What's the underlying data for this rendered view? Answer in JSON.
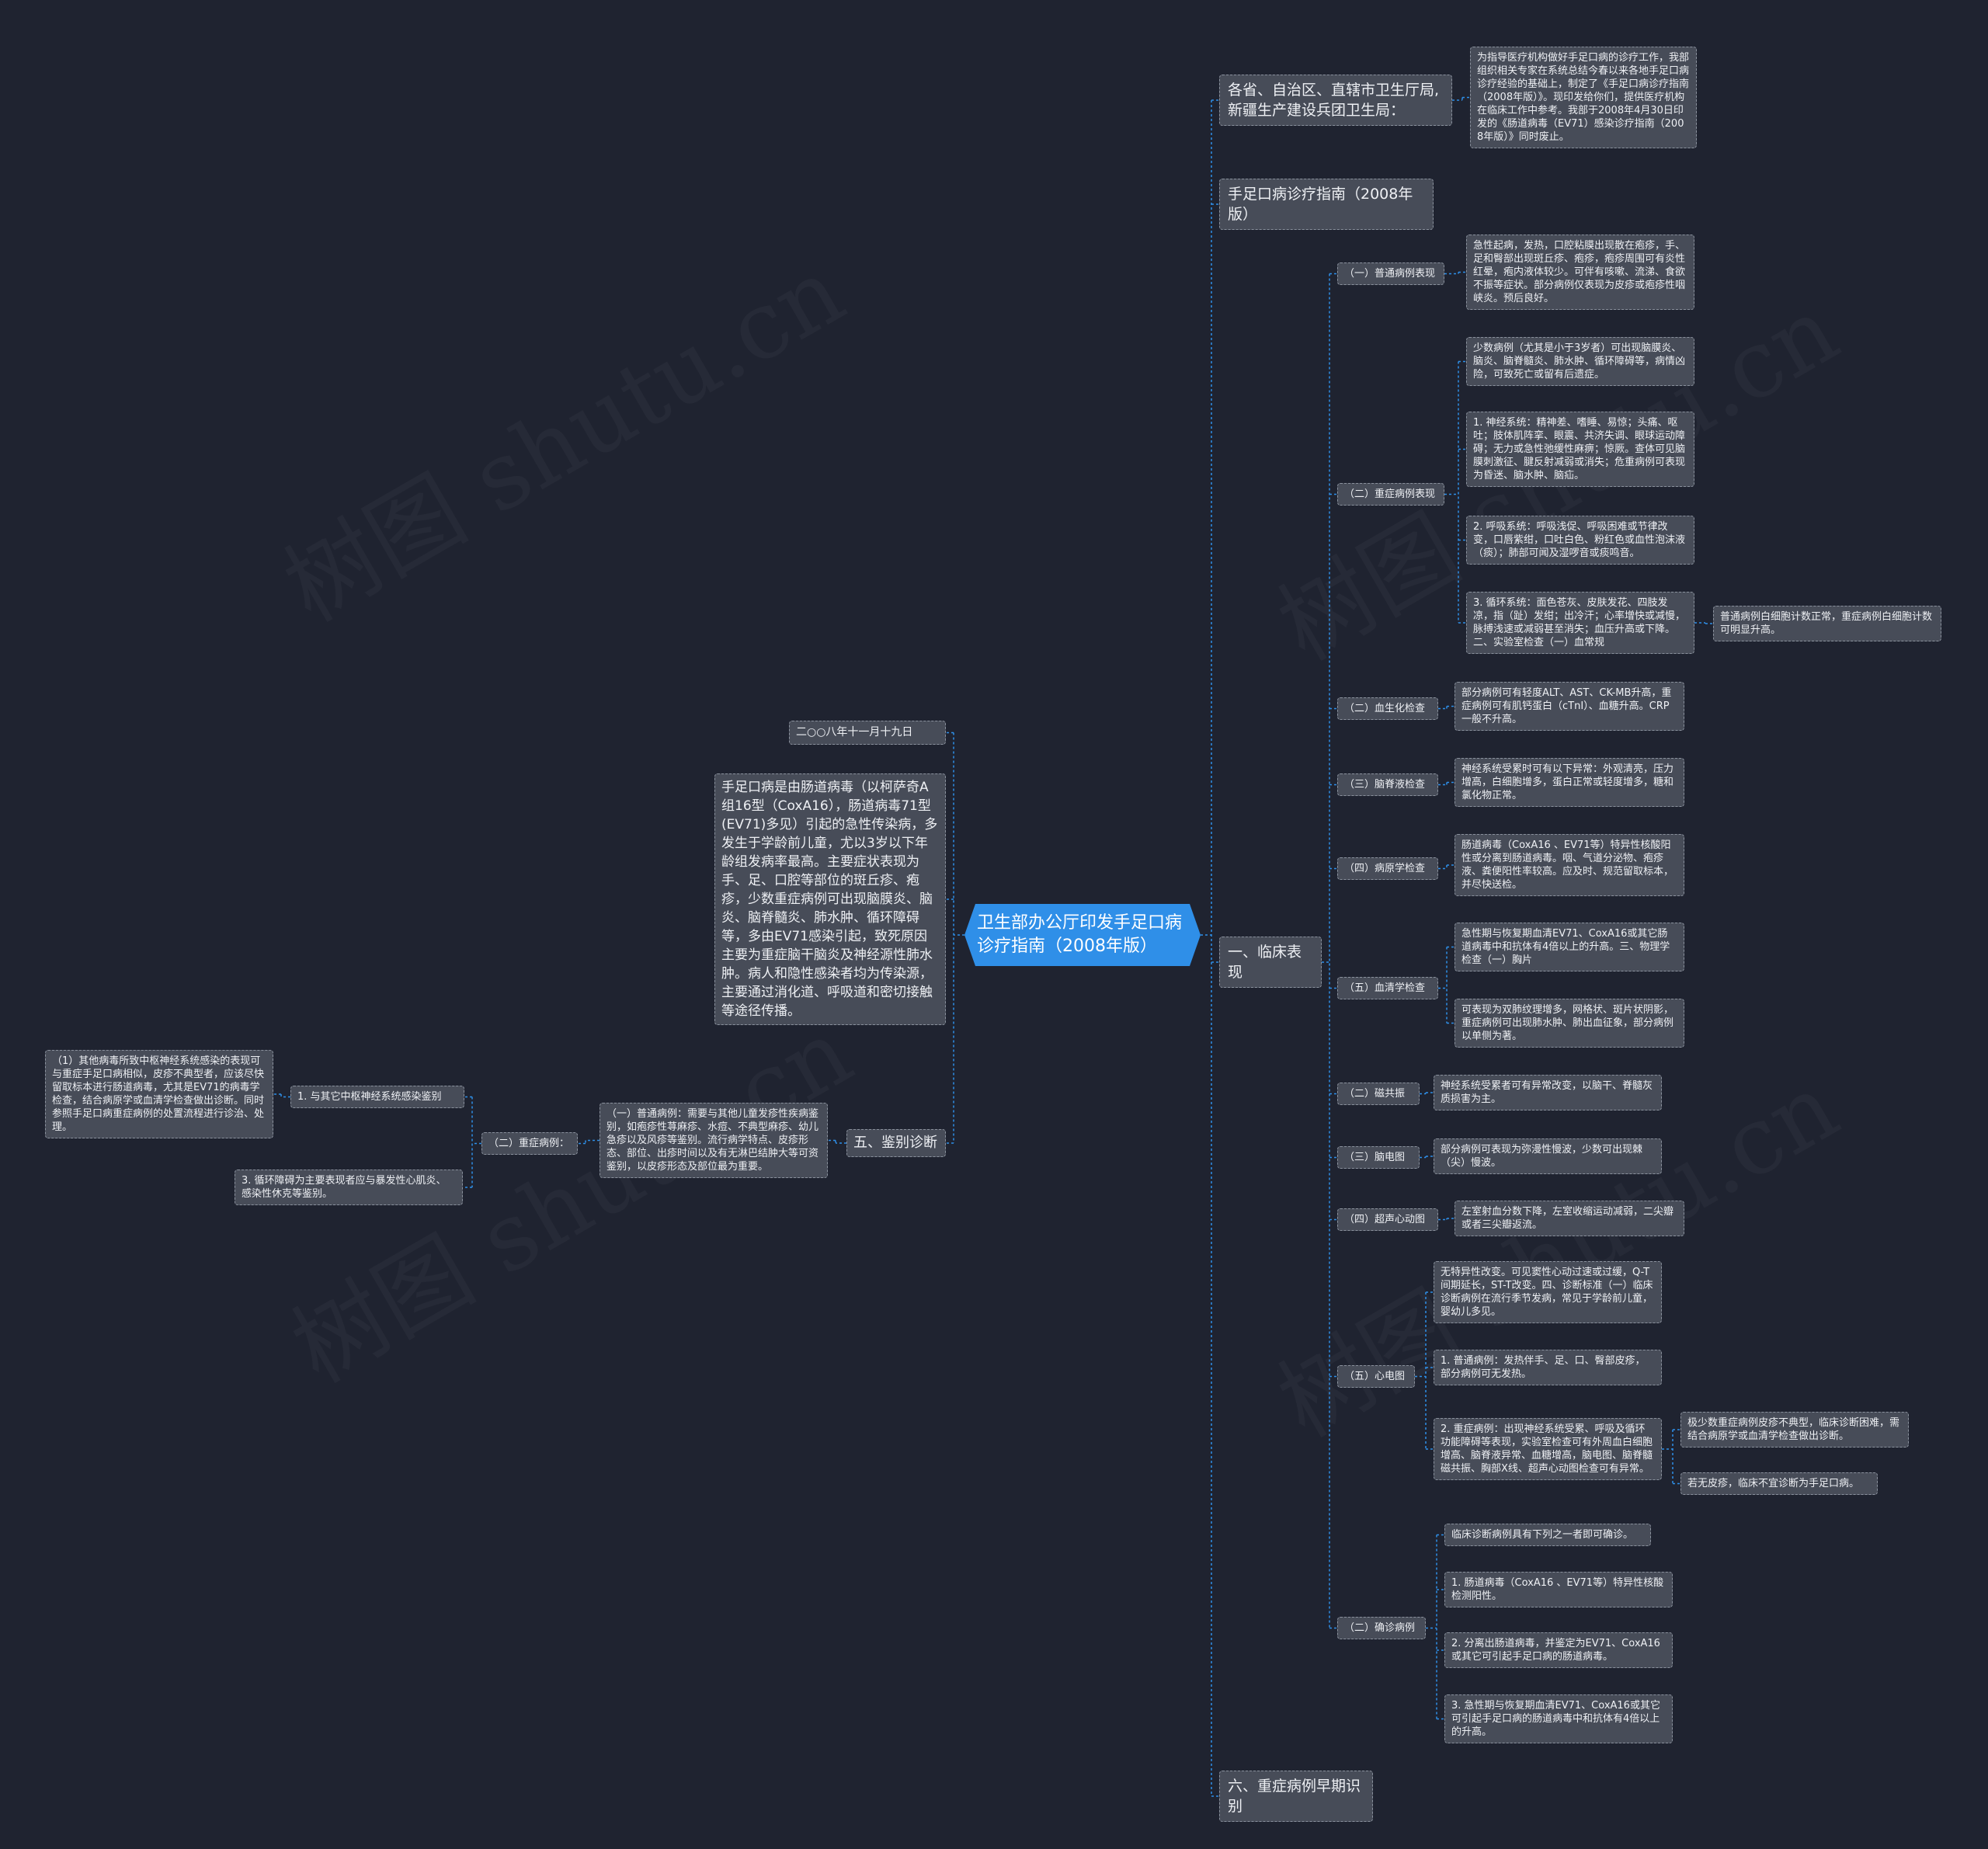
{
  "watermark_text": "树图 shutu.cn",
  "root": "卫生部办公厅印发手足口病诊疗指南（2008年版）",
  "right_branches": {
    "addressee": "各省、自治区、直辖市卫生厅局,新疆生产建设兵团卫生局：",
    "addressee_note": "为指导医疗机构做好手足口病的诊疗工作，我部组织相关专家在系统总结今春以来各地手足口病诊疗经验的基础上，制定了《手足口病诊疗指南（2008年版）》。现印发给你们，提供医疗机构在临床工作中参考。我部于2008年4月30日印发的《肠道病毒（EV71）感染诊疗指南（2008年版）》同时废止。",
    "guide_title": "手足口病诊疗指南（2008年版）",
    "clinical": "一、临床表现",
    "early_recognition": "六、重症病例早期识别"
  },
  "clinical": {
    "common": {
      "label": "（一）普通病例表现",
      "text": "急性起病，发热，口腔粘膜出现散在疱疹，手、足和臀部出现斑丘疹、疱疹，疱疹周围可有炎性红晕，疱内液体较少。可伴有咳嗽、流涕、食欲不振等症状。部分病例仅表现为皮疹或疱疹性咽峡炎。预后良好。"
    },
    "severe": {
      "label": "（二）重症病例表现",
      "intro": "少数病例（尤其是小于3岁者）可出现脑膜炎、脑炎、脑脊髓炎、肺水肿、循环障碍等，病情凶险，可致死亡或留有后遗症。",
      "nervous": "1. 神经系统：精神差、嗜睡、易惊；头痛、呕吐；肢体肌阵挛、眼震、共济失调、眼球运动障碍；无力或急性弛缓性麻痹；惊厥。查体可见脑膜刺激征、腱反射减弱或消失；危重病例可表现为昏迷、脑水肿、脑疝。",
      "respiratory": "2. 呼吸系统：呼吸浅促、呼吸困难或节律改变，口唇紫绀，口吐白色、粉红色或血性泡沫液（痰）；肺部可闻及湿啰音或痰鸣音。",
      "circulatory": "3. 循环系统：面色苍灰、皮肤发花、四肢发凉，指（趾）发绀；出冷汗；心率增快或减慢，脉搏浅速或减弱甚至消失；血压升高或下降。二、实验室检查（一）血常规",
      "blood_routine": "普通病例白细胞计数正常，重症病例白细胞计数可明显升高。"
    },
    "biochem": {
      "label": "（二）血生化检查",
      "text": "部分病例可有轻度ALT、AST、CK-MB升高，重症病例可有肌钙蛋白（cTnI）、血糖升高。CRP一般不升高。"
    },
    "csf": {
      "label": "（三）脑脊液检查",
      "text": "神经系统受累时可有以下异常：外观清亮，压力增高，白细胞增多，蛋白正常或轻度增多，糖和氯化物正常。"
    },
    "pathogen": {
      "label": "（四）病原学检查",
      "text": "肠道病毒（CoxA16 、EV71等）特异性核酸阳性或分离到肠道病毒。咽、气道分泌物、疱疹液、粪便阳性率较高。应及时、规范留取标本，并尽快送检。"
    },
    "serology": {
      "label": "（五）血清学检查",
      "text1": "急性期与恢复期血清EV71、CoxA16或其它肠道病毒中和抗体有4倍以上的升高。三、物理学检查（一）胸片",
      "text2": "可表现为双肺纹理增多，网格状、斑片状阴影，重症病例可出现肺水肿、肺出血征象，部分病例以单侧为著。"
    },
    "mri": {
      "label": "（二）磁共振",
      "text": "神经系统受累者可有异常改变，以脑干、脊髓灰质损害为主。"
    },
    "eeg": {
      "label": "（三）脑电图",
      "text": "部分病例可表现为弥漫性慢波，少数可出现棘（尖）慢波。"
    },
    "echo": {
      "label": "（四）超声心动图",
      "text": "左室射血分数下降，左室收缩运动减弱，二尖瓣或者三尖瓣返流。"
    },
    "ecg": {
      "label": "（五）心电图",
      "text1": "无特异性改变。可见窦性心动过速或过缓，Q-T间期延长，ST-T改变。四、诊断标准（一）临床诊断病例在流行季节发病，常见于学龄前儿童，婴幼儿多见。",
      "text2": "1. 普通病例：发热伴手、足、口、臀部皮疹，部分病例可无发热。",
      "text3": "2. 重症病例：出现神经系统受累、呼吸及循环功能障碍等表现，实验室检查可有外周血白细胞增高、脑脊液异常、血糖增高，脑电图、脑脊髓磁共振、胸部X线、超声心动图检查可有异常。",
      "note1": "极少数重症病例皮疹不典型，临床诊断困难，需结合病原学或血清学检查做出诊断。",
      "note2": "若无皮疹，临床不宜诊断为手足口病。"
    },
    "confirmed": {
      "label": "（二）确诊病例",
      "text1": "临床诊断病例具有下列之一者即可确诊。",
      "text2": "1. 肠道病毒（CoxA16 、EV71等）特异性核酸检测阳性。",
      "text3": "2. 分离出肠道病毒，并鉴定为EV71、CoxA16或其它可引起手足口病的肠道病毒。",
      "text4": "3. 急性期与恢复期血清EV71、CoxA16或其它可引起手足口病的肠道病毒中和抗体有4倍以上的升高。"
    }
  },
  "left_branches": {
    "date": "二○○八年十一月十九日",
    "summary": "手足口病是由肠道病毒（以柯萨奇A组16型（CoxA16），肠道病毒71型(EV71)多见）引起的急性传染病，多发生于学龄前儿童，尤以3岁以下年龄组发病率最高。主要症状表现为手、足、口腔等部位的斑丘疹、疱疹，少数重症病例可出现脑膜炎、脑炎、脑脊髓炎、肺水肿、循环障碍等，多由EV71感染引起，致死原因主要为重症脑干脑炎及神经源性肺水肿。病人和隐性感染者均为传染源，主要通过消化道、呼吸道和密切接触等途径传播。",
    "differential": "五、鉴别诊断",
    "diff_common": "（一）普通病例：需要与其他儿童发疹性疾病鉴别，如疱疹性荨麻疹、水痘、不典型麻疹、幼儿急疹以及风疹等鉴别。流行病学特点、皮疹形态、部位、出疹时间以及有无淋巴结肿大等可资鉴别，以皮疹形态及部位最为重要。",
    "diff_severe": "（二）重症病例：",
    "diff_cns": "1. 与其它中枢神经系统感染鉴别",
    "diff_cns_text": "（1）其他病毒所致中枢神经系统感染的表现可与重症手足口病相似，皮疹不典型者，应该尽快留取标本进行肠道病毒，尤其是EV71的病毒学检查，结合病原学或血清学检查做出诊断。同时参照手足口病重症病例的处置流程进行诊治、处理。",
    "diff_circ": "3. 循环障碍为主要表现者应与暴发性心肌炎、感染性休克等鉴别。"
  },
  "colors": {
    "background": "#1f2330",
    "node_fill": "#474c58",
    "node_border": "#8a919d",
    "root_fill": "#2f8fe8",
    "link": "#2f8fe8"
  }
}
